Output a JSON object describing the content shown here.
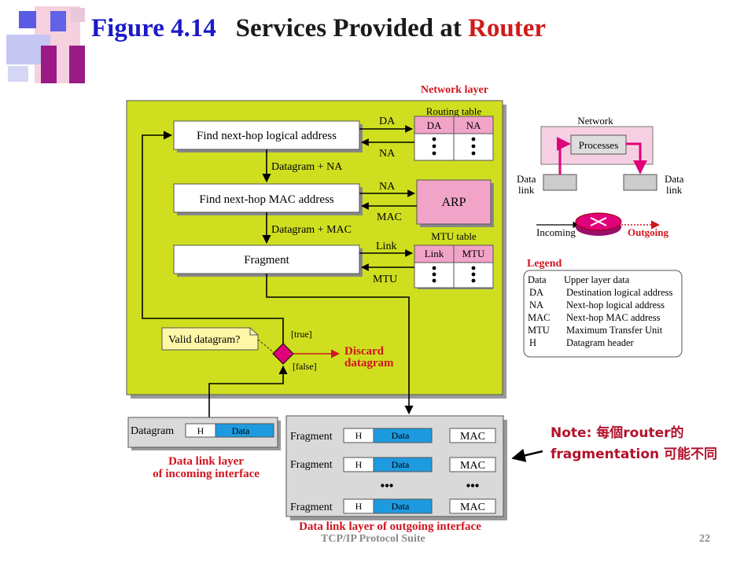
{
  "title": {
    "figure": "Figure 4.14",
    "text": "Services Provided at",
    "highlight": "Router"
  },
  "network_layer": {
    "label": "Network layer",
    "find_logical": "Find next-hop logical address",
    "find_mac": "Find next-hop MAC address",
    "fragment": "Fragment",
    "datagram_na": "Datagram + NA",
    "datagram_mac": "Datagram + MAC",
    "da": "DA",
    "na": "NA",
    "na2": "NA",
    "mac": "MAC",
    "link": "Link",
    "mtu": "MTU",
    "routing_table": {
      "label": "Routing table",
      "col1": "DA",
      "col2": "NA"
    },
    "arp": "ARP",
    "mtu_table": {
      "label": "MTU table",
      "col1": "Link",
      "col2": "MTU"
    },
    "valid": "Valid datagram?",
    "true_label": "[true]",
    "false_label": "[false]",
    "discard": "Discard datagram"
  },
  "incoming": {
    "datagram": "Datagram",
    "h": "H",
    "data": "Data",
    "label_line1": "Data link layer",
    "label_line2": "of incoming interface"
  },
  "outgoing": {
    "fragment": "Fragment",
    "h": "H",
    "data": "Data",
    "mac": "MAC",
    "dots": "•••",
    "label": "Data link layer of outgoing interface"
  },
  "mini": {
    "network": "Network",
    "processes": "Processes",
    "data_link_left_1": "Data",
    "data_link_left_2": "link",
    "data_link_right_1": "Data",
    "data_link_right_2": "link",
    "incoming": "Incoming",
    "outgoing": "Outgoing"
  },
  "legend": {
    "title": "Legend",
    "rows": [
      {
        "abbr": "Data",
        "desc": "Upper layer data"
      },
      {
        "abbr": "DA",
        "desc": "Destination logical address"
      },
      {
        "abbr": "NA",
        "desc": "Next-hop logical address"
      },
      {
        "abbr": "MAC",
        "desc": "Next-hop MAC address"
      },
      {
        "abbr": "MTU",
        "desc": "Maximum Transfer Unit"
      },
      {
        "abbr": "H",
        "desc": "Datagram header"
      }
    ]
  },
  "note": "Note: 每個router的 fragmentation 可能不同",
  "footer": {
    "suite": "TCP/IP Protocol Suite",
    "page": "22"
  },
  "colors": {
    "title_blue": "#1a1ac8",
    "title_red": "#d01a1a",
    "network_bg": "#cfdf1f",
    "pink": "#f2a3c8",
    "magenta": "#e0007a",
    "blue_data": "#1e9ae0",
    "label_red": "#d0141e",
    "note": "#b3122b"
  }
}
